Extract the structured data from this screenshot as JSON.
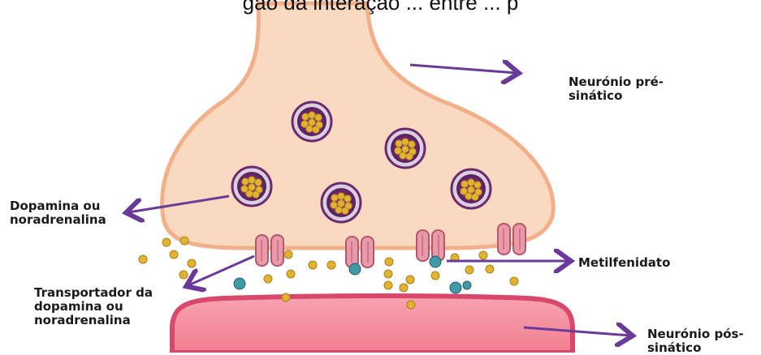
{
  "caption_top": "gão da interação ... entre ... p",
  "labels": {
    "presynaptic": [
      "Neurónio pré-",
      "sinático"
    ],
    "dopamine": [
      "Dopamina ou",
      "noradrenalina"
    ],
    "transporter": [
      "Transportador da",
      "dopamina ou",
      "noradrenalina"
    ],
    "methylphenidate": [
      "Metilfenidato"
    ],
    "postsynaptic": [
      "Neurónio pós-",
      "sinático"
    ]
  },
  "colors": {
    "neuron_fill": "#f9d9bf",
    "neuron_edge": "#f2b08a",
    "post_fill": "#f48a9c",
    "post_edge": "#d9486a",
    "arrow": "#6a3a9a",
    "vesicle": "#6b2a6e",
    "molecule": "#e2b330",
    "drug": "#3f9aa6",
    "transporter": "#e89aa8"
  }
}
